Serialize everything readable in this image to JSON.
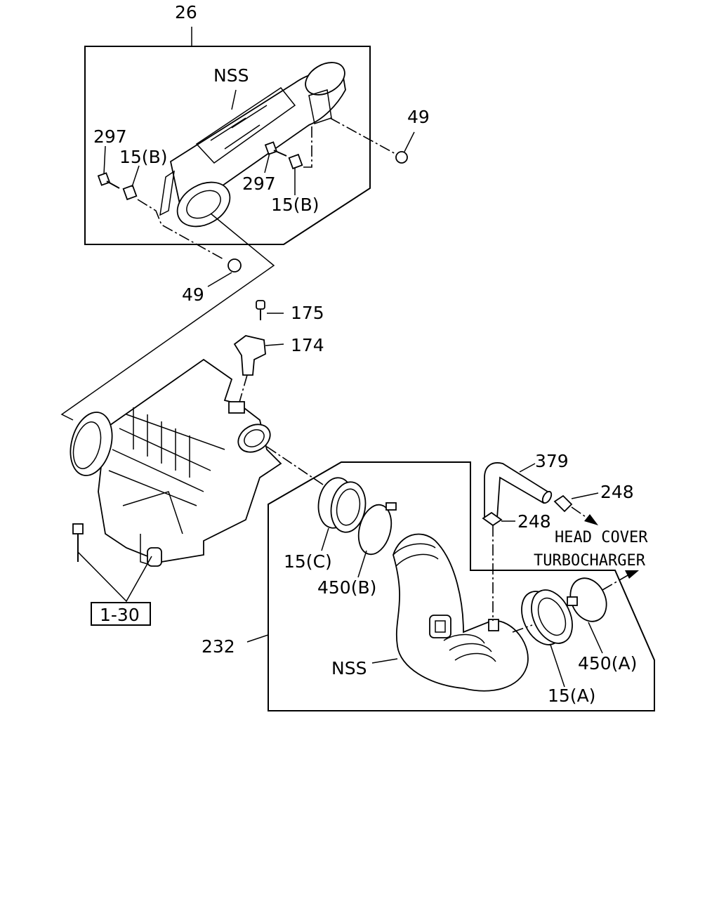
{
  "labels": {
    "l26": "26",
    "nss_top": "NSS",
    "l297_left": "297",
    "l15b_left": "15(B)",
    "l297_mid": "297",
    "l15b_mid": "15(B)",
    "l49_right": "49",
    "l49_left": "49",
    "l175": "175",
    "l174": "174",
    "l379": "379",
    "l248_right": "248",
    "l248_mid": "248",
    "head_cover": "HEAD COVER",
    "turbocharger": "TURBOCHARGER",
    "l15c": "15(C)",
    "l450b": "450(B)",
    "l1_30": "1-30",
    "l232": "232",
    "nss_bottom": "NSS",
    "l450a": "450(A)",
    "l15a": "15(A)"
  }
}
